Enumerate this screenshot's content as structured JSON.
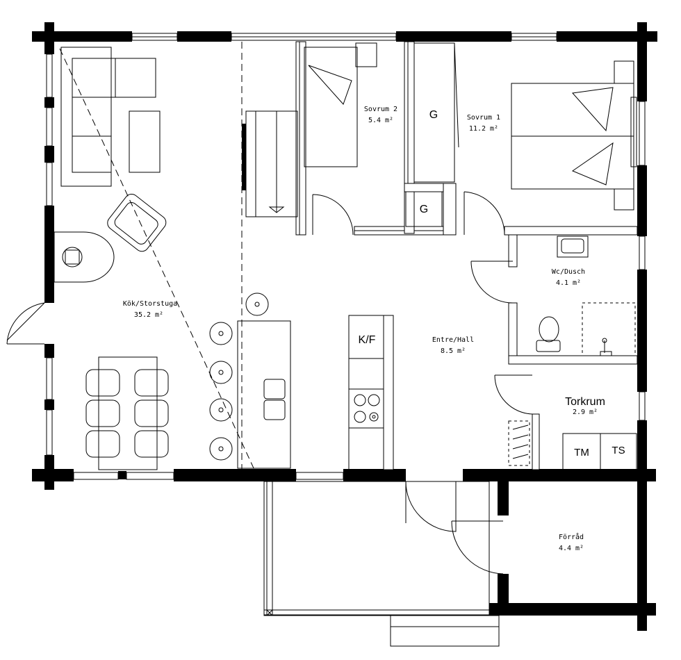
{
  "rooms": {
    "kok": {
      "name": "Kök/Storstuga",
      "area": "35.2 m²"
    },
    "sovrum2": {
      "name": "Sovrum 2",
      "area": "5.4 m²"
    },
    "sovrum1": {
      "name": "Sovrum 1",
      "area": "11.2 m²"
    },
    "wc": {
      "name": "Wc/Dusch",
      "area": "4.1 m²"
    },
    "entre": {
      "name": "Entre/Hall",
      "area": "8.5 m²"
    },
    "torkrum": {
      "name": "Torkrum",
      "area": "2.9 m²"
    },
    "forrad": {
      "name": "Förråd",
      "area": "4.4 m²"
    }
  },
  "fixtures": {
    "wardrobe_big": "G",
    "wardrobe_small": "G",
    "fridge": "K/F",
    "washer": "TM",
    "dryer": "TS"
  }
}
